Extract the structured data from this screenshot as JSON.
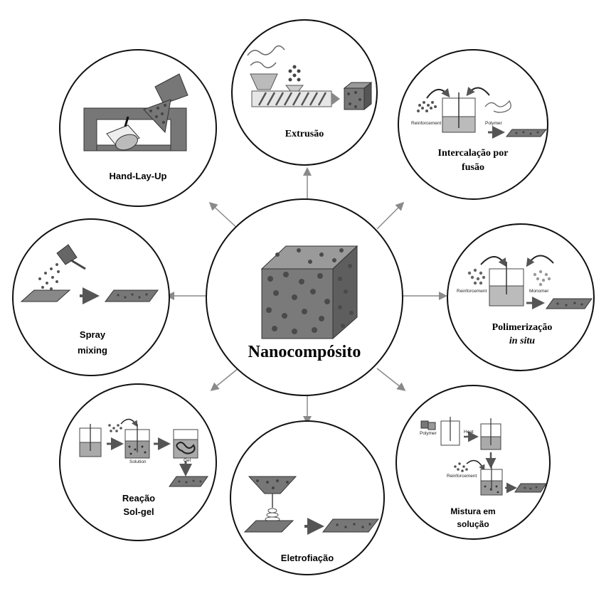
{
  "center": {
    "label": "Nanocompósito"
  },
  "methods": {
    "extrusao": {
      "label": "Extrusão"
    },
    "hand_lay_up": {
      "label": "Hand-Lay-Up"
    },
    "intercalacao": {
      "line1": "Intercalação por",
      "line2": "fusão",
      "small_reinforcement": "Reinforcement",
      "small_polymer": "Polymer"
    },
    "spray": {
      "line1": "Spray",
      "line2": "mixing"
    },
    "polimerizacao": {
      "line1": "Polimerização",
      "line2": "in situ",
      "small_reinforcement": "Reinforcement",
      "small_monomer": "Monomer"
    },
    "sol_gel": {
      "line1": "Reação",
      "line2": "Sol-gel",
      "small_solution": "Solution",
      "small_gel": "Gel"
    },
    "eletrofiacao": {
      "label": "Eletrofiação"
    },
    "mistura": {
      "line1": "Mistura em",
      "line2": "solução",
      "small_polymer": "Polymer",
      "small_heat": "Heat",
      "small_reinforcement": "Reinforcement"
    }
  },
  "colors": {
    "outline": "#111111",
    "arrow": "#8a8a8a",
    "composite": "#6e6e6e",
    "particle": "#444444",
    "cube_front": "#7a7a7a",
    "cube_top": "#9a9a9a",
    "cube_side": "#5e5e5e"
  }
}
